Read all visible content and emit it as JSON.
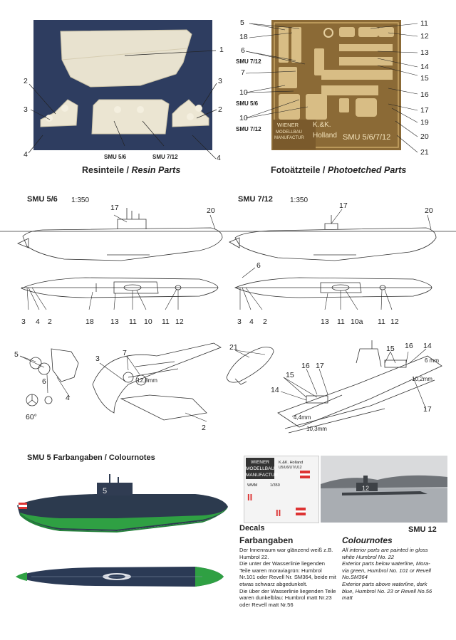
{
  "resin": {
    "caption": "Resinteile / ",
    "caption_en": "Resin Parts",
    "labels": [
      "1",
      "2",
      "3",
      "2",
      "3",
      "4",
      "4"
    ],
    "smu56": "SMU 5/6",
    "smu712": "SMU 7/12"
  },
  "photoetch": {
    "caption": "Fotoätzteile / ",
    "caption_en": "Photoetched Parts",
    "left_labels": [
      "5",
      "18",
      "6",
      "SMU 7/12",
      "7",
      "10",
      "SMU 5/6",
      "10",
      "SMU 7/12"
    ],
    "right_labels": [
      "11",
      "12",
      "13",
      "14",
      "15",
      "16",
      "17",
      "19",
      "20",
      "21"
    ],
    "fret_text_1": "WIENER",
    "fret_text_2": "MODELLBAU",
    "fret_text_3": "MANUFACTUR",
    "fret_kk": "K.&K.",
    "fret_holland": "Holland",
    "fret_smu": "SMU 5/6/7/12"
  },
  "side_views": {
    "left_title": "SMU 5/6",
    "left_scale": "1:350",
    "right_title": "SMU 7/12",
    "right_scale": "1:350",
    "left_top_labels": [
      "17",
      "20"
    ],
    "right_top_labels": [
      "17",
      "20",
      "6"
    ],
    "left_bottom_labels": [
      "3",
      "4",
      "2",
      "18",
      "13",
      "11",
      "10",
      "11",
      "12"
    ],
    "right_bottom_labels": [
      "3",
      "4",
      "2",
      "13",
      "11",
      "10a",
      "11",
      "12"
    ]
  },
  "details": {
    "left_labels": [
      "5",
      "6",
      "4",
      "60°"
    ],
    "mid_labels": [
      "3",
      "7",
      "12,8mm",
      "2"
    ],
    "right_labels": [
      "21",
      "15",
      "16",
      "17",
      "14",
      "4,4mm",
      "10,3mm",
      "15",
      "16",
      "14",
      "6 mm",
      "10,2mm",
      "17"
    ]
  },
  "colour": {
    "title": "SMU 5 Farbangaben / Colournotes",
    "hull_number": "5"
  },
  "decals": {
    "label": "Decals",
    "sheet_1": "WIENER",
    "sheet_2": "MODELLBAU",
    "sheet_3": "MANUFACTUR",
    "sheet_kk": "K.&K. Holland",
    "sheet_smu": "U5/U6/U7/U12",
    "wmm": "WMM",
    "scale": "1/350",
    "smu12_label": "SMU 12",
    "photo_number": "12"
  },
  "farbangaben": {
    "title": "Farbangaben",
    "lines": [
      "Der Innenraum war glänzend weiß z.B.",
      "Humbrol 22.",
      "Die unter der Wasserlinie liegenden",
      "Teile waren moraviagrün: Humbrol",
      "Nr.101 oder Revell Nr. SM364, beide mit",
      "etwas schwarz abgedunkelt.",
      "Die über der Wasserlinie liegenden Teile",
      "waren dunkelblau: Humbrol matt Nr.23",
      "oder Revell matt Nr.56"
    ]
  },
  "colournotes": {
    "title": "Colournotes",
    "lines": [
      "All interior parts are painted in gloss",
      "white Humbrol No. 22",
      "Exterior parts below waterline, Mora-",
      "via green, Humbrol No. 101 or Revell",
      "No.SM364",
      "Exterior parts above waterline, dark",
      "blue, Humbrol No. 23 or Revell No.56",
      "matt"
    ]
  }
}
